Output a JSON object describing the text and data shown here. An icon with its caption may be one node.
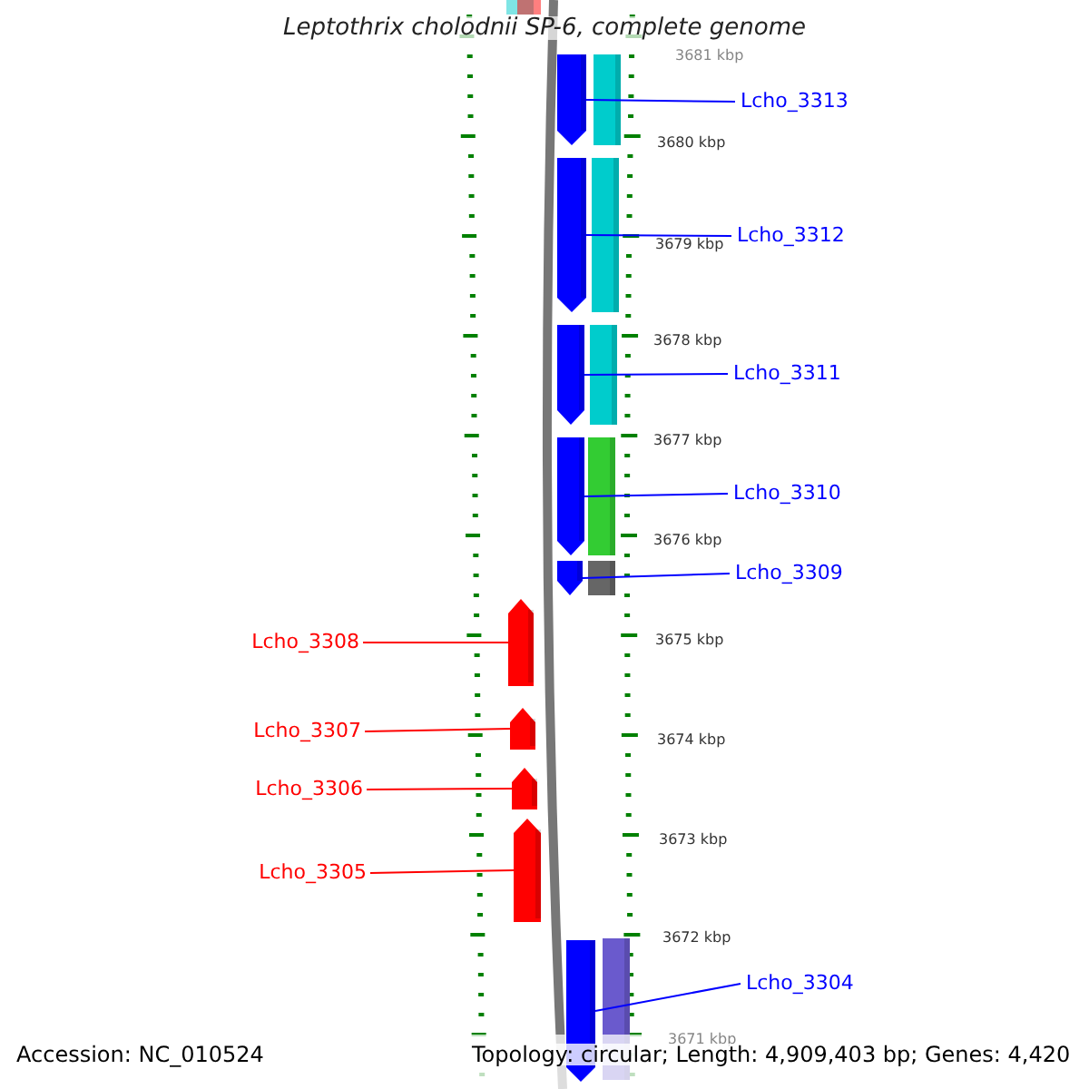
{
  "diagram": {
    "title": "Leptothrix cholodnii SP-6, complete genome",
    "nodes": [
      {
        "text": [
          "Lcho_3313"
        ]
      },
      {
        "text": [
          "Lcho_3312"
        ]
      },
      {
        "text": [
          "Lcho_3311"
        ]
      },
      {
        "text": [
          "Lcho_3310"
        ]
      },
      {
        "text": [
          "Lcho_3309"
        ]
      },
      {
        "text": [
          "Lcho_3308"
        ]
      },
      {
        "text": [
          "Lcho_3307"
        ]
      },
      {
        "text": [
          "Lcho_3306"
        ]
      },
      {
        "text": [
          "Lcho_3305"
        ]
      },
      {
        "text": [
          "Lcho_3304"
        ]
      },
      {
        "text": [],
        "shape": "arrow"
      },
      {
        "text": [],
        "shape": "arrow"
      },
      {
        "text": [],
        "shape": "arrow"
      },
      {
        "text": [],
        "shape": "arrow"
      },
      {
        "text": [],
        "shape": "arrow"
      },
      {
        "text": [],
        "shape": "arrow"
      },
      {
        "text": [],
        "shape": "arrow"
      },
      {
        "text": [],
        "shape": "arrow"
      },
      {
        "text": [],
        "shape": "arrow"
      },
      {
        "text": [],
        "shape": "arrow"
      }
    ],
    "edges": [
      {
        "from": 0,
        "to": 10,
        "arrow": "none"
      },
      {
        "from": 1,
        "to": 11,
        "arrow": "none"
      },
      {
        "from": 2,
        "to": 12,
        "arrow": "none"
      },
      {
        "from": 3,
        "to": 13,
        "arrow": "none"
      },
      {
        "from": 4,
        "to": 14,
        "arrow": "none"
      },
      {
        "from": 5,
        "to": 15,
        "arrow": "none",
        "color": "#ff0000"
      },
      {
        "from": 6,
        "to": 16,
        "arrow": "none",
        "color": "#ff0000"
      },
      {
        "from": 7,
        "to": 17,
        "arrow": "none",
        "color": "#ff0000"
      },
      {
        "from": 8,
        "to": 18,
        "arrow": "none",
        "color": "#ff0000"
      },
      {
        "from": 9,
        "to": 19,
        "arrow": "none"
      }
    ],
    "labels": [
      "3681 kbp",
      "3680 kbp",
      "3679 kbp",
      "3678 kbp",
      "3677 kbp",
      "3676 kbp",
      "3675 kbp",
      "3674 kbp",
      "3673 kbp",
      "3672 kbp",
      "3671 kbp",
      "Accession: NC_010524",
      "Topology: circular; Length: 4,909,403 bp; Genes: 4,420"
    ]
  }
}
